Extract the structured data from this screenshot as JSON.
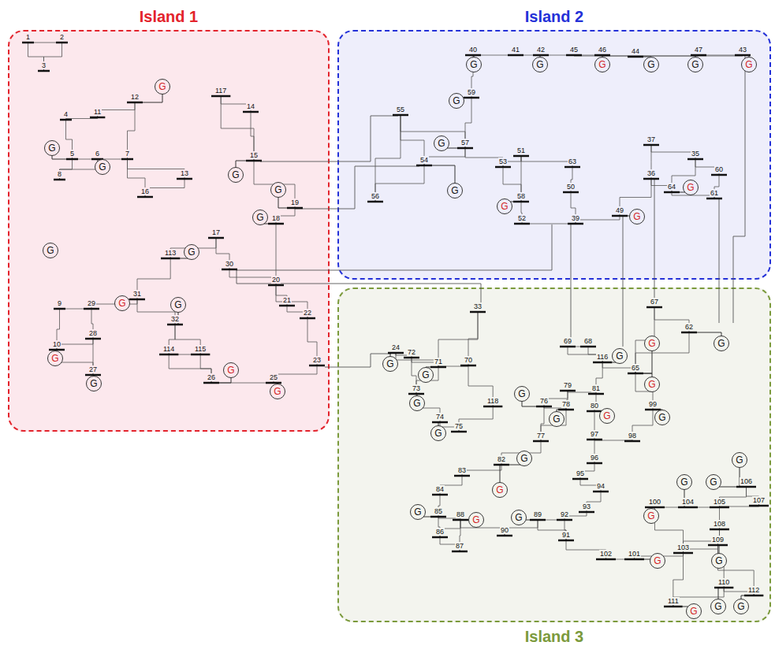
{
  "diagram": {
    "nodes": [
      {
        "text": [
          "Island 1"
        ]
      },
      {
        "text": [
          "G"
        ],
        "in": 0
      },
      {
        "text": [
          "G"
        ],
        "in": 0
      },
      {
        "text": [
          "G"
        ],
        "in": 0
      },
      {
        "text": [
          "G"
        ],
        "in": 0
      },
      {
        "text": [
          "G"
        ],
        "in": 0
      },
      {
        "text": [
          "G"
        ],
        "in": 0
      },
      {
        "text": [
          "G"
        ],
        "in": 0
      },
      {
        "text": [
          "G"
        ],
        "in": 0
      },
      {
        "text": [
          "G"
        ],
        "in": 0
      },
      {
        "text": [
          "G"
        ],
        "in": 0
      },
      {
        "text": [
          "G"
        ],
        "in": 0
      },
      {
        "text": [
          "G"
        ],
        "in": 0
      },
      {
        "text": [
          "G"
        ],
        "in": 0
      },
      {
        "text": [
          "G"
        ],
        "in": 0
      },
      {
        "text": [
          "Island 2"
        ]
      },
      {
        "text": [
          "G"
        ],
        "in": 15
      },
      {
        "text": [
          "G"
        ],
        "in": 15
      },
      {
        "text": [
          "G"
        ],
        "in": 15
      },
      {
        "text": [
          "G"
        ],
        "in": 15
      },
      {
        "text": [
          "G"
        ],
        "in": 15
      },
      {
        "text": [
          "G"
        ],
        "in": 15
      },
      {
        "text": [
          "G"
        ],
        "in": 15
      },
      {
        "text": [
          "G"
        ],
        "in": 15
      },
      {
        "text": [
          "G"
        ],
        "in": 15
      },
      {
        "text": [
          "G"
        ],
        "in": 15
      },
      {
        "text": [
          "G"
        ],
        "in": 15
      },
      {
        "text": [
          "G"
        ],
        "in": 15
      },
      {
        "text": [
          "Island 3"
        ]
      },
      {
        "text": [
          "G"
        ],
        "in": 28
      },
      {
        "text": [
          "G"
        ],
        "in": 28
      },
      {
        "text": [
          "G"
        ],
        "in": 28
      },
      {
        "text": [
          "G"
        ],
        "in": 28
      },
      {
        "text": [
          "G"
        ],
        "in": 28
      },
      {
        "text": [
          "G"
        ],
        "in": 28
      },
      {
        "text": [
          "G"
        ],
        "in": 28
      },
      {
        "text": [
          "G"
        ],
        "in": 28
      },
      {
        "text": [
          "G"
        ],
        "in": 28
      },
      {
        "text": [
          "G"
        ],
        "in": 28
      },
      {
        "text": [
          "G"
        ],
        "in": 28
      },
      {
        "text": [
          "G"
        ],
        "in": 28
      },
      {
        "text": [
          "G"
        ],
        "in": 28
      },
      {
        "text": [
          "G"
        ],
        "in": 28
      },
      {
        "text": [
          "G"
        ],
        "in": 28
      },
      {
        "text": [
          "G"
        ],
        "in": 28
      },
      {
        "text": [
          "G"
        ],
        "in": 28
      },
      {
        "text": [
          "G"
        ],
        "in": 28
      },
      {
        "text": [
          "G"
        ],
        "in": 28
      },
      {
        "text": [
          "G"
        ],
        "in": 28
      },
      {
        "text": [
          "G"
        ],
        "in": 28
      },
      {
        "text": [
          "G"
        ],
        "in": 28
      },
      {
        "text": [
          "G"
        ],
        "in": 28
      },
      {
        "text": [
          "G"
        ],
        "in": 28
      },
      {
        "text": [
          "G"
        ],
        "in": 28
      },
      {
        "text": [
          "G"
        ],
        "in": 28
      }
    ],
    "labels": [
      "1",
      "2",
      "3",
      "117",
      "12",
      "4",
      "11",
      "14",
      "5",
      "6",
      "7",
      "8",
      "13",
      "15",
      "16",
      "19",
      "18",
      "17",
      "113",
      "30",
      "20",
      "29",
      "9",
      "31",
      "21",
      "22",
      "32",
      "28",
      "10",
      "114",
      "115",
      "23",
      "27",
      "26",
      "25",
      "40",
      "41",
      "42",
      "45",
      "46",
      "44",
      "47",
      "43",
      "59",
      "55",
      "57",
      "51",
      "53",
      "54",
      "56",
      "58",
      "52",
      "50",
      "39",
      "49",
      "63",
      "37",
      "36",
      "35",
      "60",
      "61",
      "64",
      "33",
      "24",
      "72",
      "71",
      "70",
      "69",
      "68",
      "116",
      "67",
      "62",
      "65",
      "73",
      "74",
      "75",
      "118",
      "76",
      "79",
      "78",
      "81",
      "80",
      "99",
      "77",
      "97",
      "98",
      "96",
      "82",
      "83",
      "84",
      "85",
      "88",
      "89",
      "86",
      "87",
      "90",
      "91",
      "92",
      "93",
      "94",
      "95",
      "100",
      "101",
      "102",
      "103",
      "104",
      "105",
      "106",
      "107",
      "108",
      "109",
      "110",
      "112",
      "111"
    ]
  }
}
